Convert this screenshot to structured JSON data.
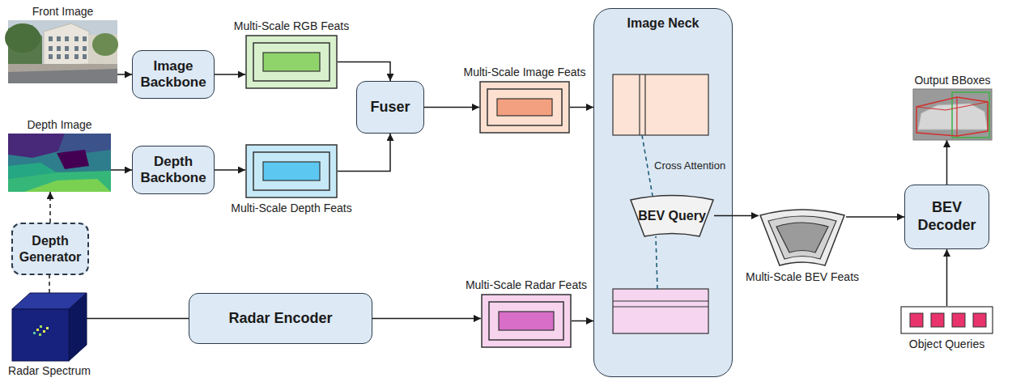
{
  "diagram": {
    "nodes": [
      {
        "text": [
          "Front Image"
        ]
      },
      {
        "text": [
          "Image Backbone"
        ]
      },
      {
        "text": [
          "Multi-Scale RGB Feats"
        ]
      },
      {
        "text": [
          "Depth Image"
        ]
      },
      {
        "text": [
          "Depth Backbone"
        ]
      },
      {
        "text": [
          "Multi-Scale Depth Feats"
        ]
      },
      {
        "text": [
          "Fuser"
        ]
      },
      {
        "text": [
          "Multi-Scale Image Feats"
        ]
      },
      {
        "text": [
          "Image Neck"
        ]
      },
      {
        "text": [
          "BEV Query"
        ],
        "in": 8
      },
      {
        "text": [
          "Depth Generator"
        ]
      },
      {
        "text": [
          "Radar Spectrum"
        ]
      },
      {
        "text": [
          "Radar Encoder"
        ]
      },
      {
        "text": [
          "Multi-Scale Radar Feats"
        ]
      },
      {
        "text": [
          "Multi-Scale BEV Feats"
        ]
      },
      {
        "text": [
          "Output BBoxes"
        ]
      },
      {
        "text": [
          "BEV Decoder"
        ]
      },
      {
        "text": [
          "Object Queries"
        ]
      }
    ],
    "edges": [
      {
        "from": 0,
        "to": 1,
        "arrow": "to"
      },
      {
        "from": 1,
        "to": 2,
        "arrow": "to"
      },
      {
        "from": 3,
        "to": 4,
        "arrow": "to"
      },
      {
        "from": 4,
        "to": 5,
        "arrow": "to"
      },
      {
        "from": 2,
        "to": 6,
        "arrow": "to"
      },
      {
        "from": 5,
        "to": 6,
        "arrow": "to"
      },
      {
        "from": 6,
        "to": 7,
        "arrow": "to"
      },
      {
        "from": 7,
        "to": 8,
        "arrow": "to"
      },
      {
        "from": 10,
        "to": 3,
        "arrow": "to"
      },
      {
        "from": 11,
        "to": 10,
        "arrow": "none"
      },
      {
        "from": 11,
        "to": 12,
        "arrow": "none"
      },
      {
        "from": 12,
        "to": 13,
        "arrow": "to"
      },
      {
        "from": 13,
        "to": 8,
        "arrow": "to"
      },
      {
        "from": 9,
        "to": 14,
        "arrow": "to"
      },
      {
        "from": 14,
        "to": 16,
        "arrow": "to"
      },
      {
        "from": 17,
        "to": 16,
        "arrow": "to"
      },
      {
        "from": 16,
        "to": 15,
        "arrow": "to"
      }
    ],
    "labels": [
      "Cross Attention"
    ]
  }
}
